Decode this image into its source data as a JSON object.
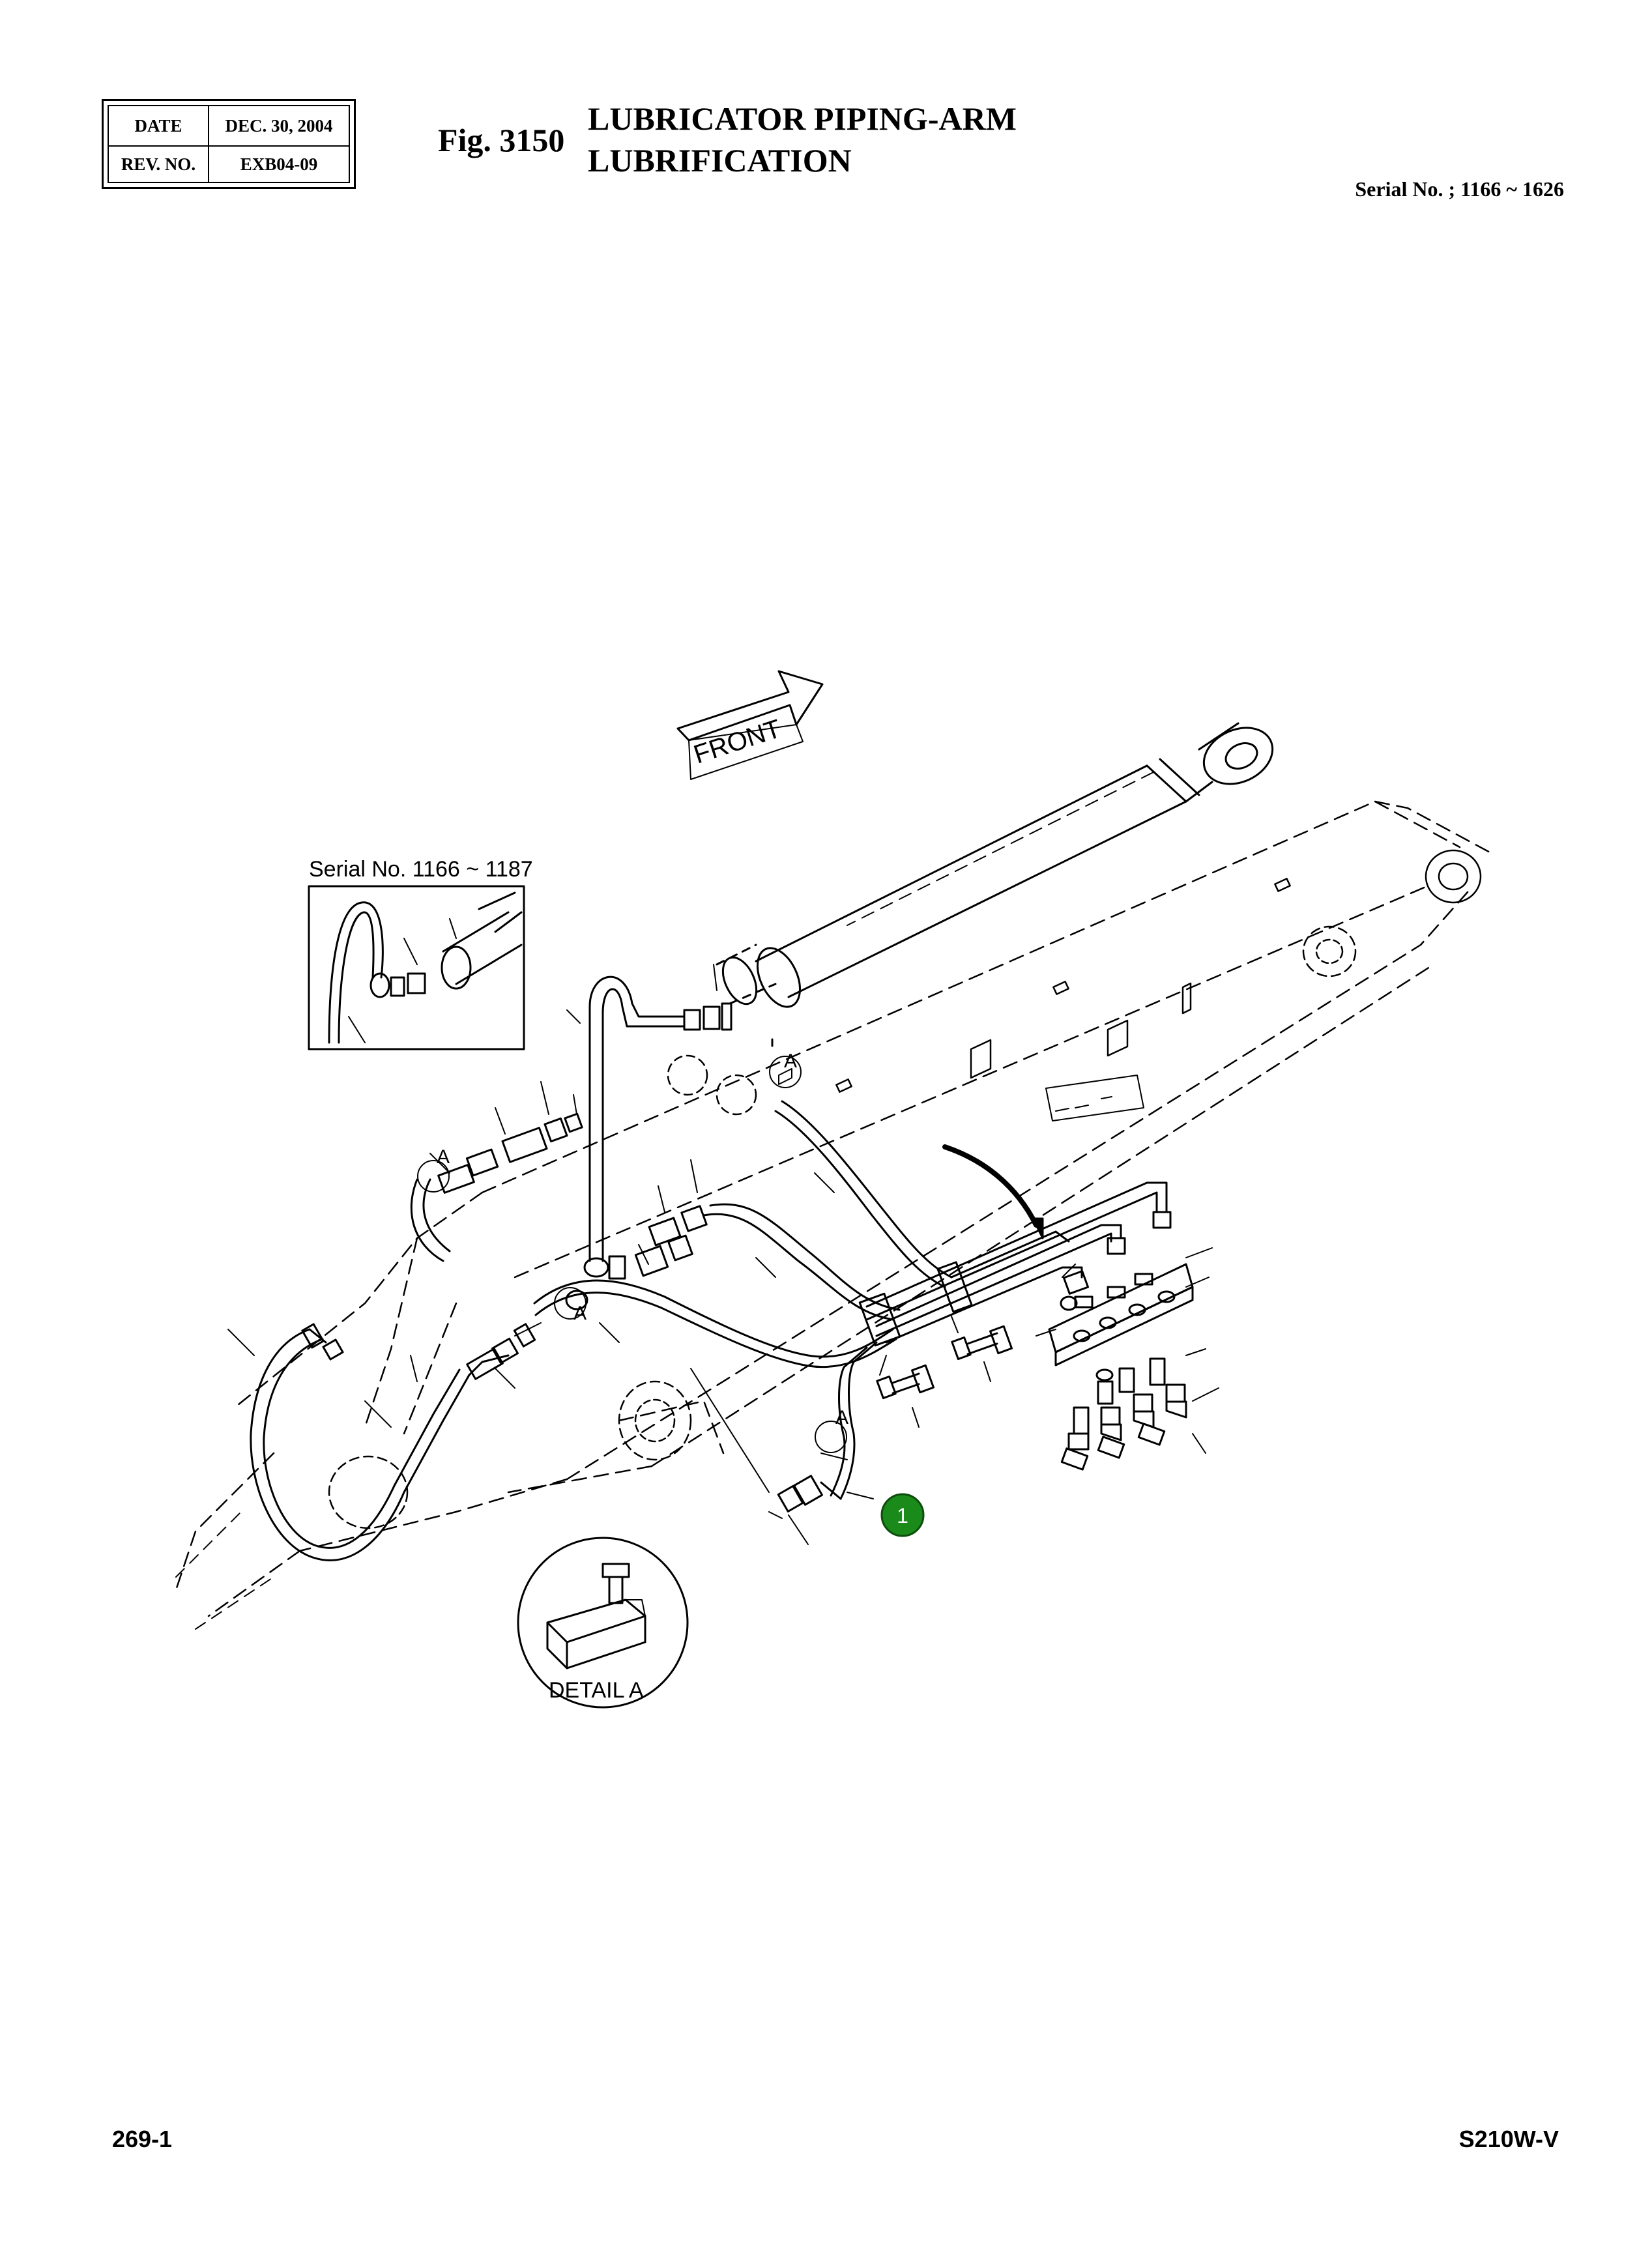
{
  "header": {
    "date_label": "DATE",
    "date_value": "DEC. 30, 2004",
    "rev_label": "REV. NO.",
    "rev_value": "EXB04-09"
  },
  "figure": {
    "number": "Fig. 3150",
    "title_line1": "LUBRICATOR PIPING-ARM",
    "title_line2": "LUBRIFICATION",
    "serial_range": "Serial No. ; 1166 ~ 1626"
  },
  "diagram": {
    "front_arrow_label": "FRONT",
    "inset_serial": "Serial No. 1166 ~ 1187",
    "detail_label": "DETAIL  A",
    "callout_letter": "A",
    "part_callout": "1",
    "callout_color": "#1a8a1a"
  },
  "footer": {
    "page_number": "269-1",
    "model": "S210W-V"
  }
}
